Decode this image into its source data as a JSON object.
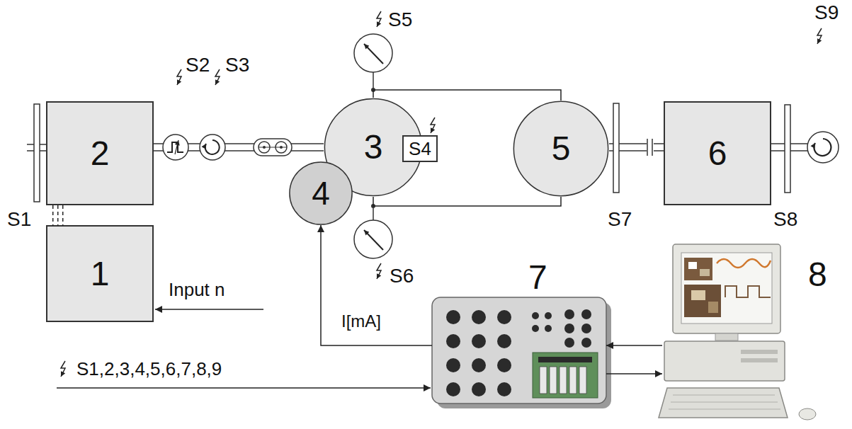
{
  "diagram": {
    "nodes": [
      {
        "text": [
          "2"
        ]
      },
      {
        "text": [
          "3"
        ]
      },
      {
        "text": [
          "S4"
        ]
      },
      {
        "text": [
          "5"
        ]
      },
      {
        "text": [
          "6"
        ]
      },
      {
        "text": [
          "4"
        ]
      },
      {
        "text": [
          "1"
        ]
      },
      {
        "text": [
          "7"
        ]
      },
      {
        "text": [
          "8"
        ]
      }
    ],
    "edges": [
      {
        "from": 7,
        "to": 5,
        "arrow": "to",
        "label": "I[mA]"
      },
      {
        "from": 8,
        "to": 7,
        "arrow": "to"
      },
      {
        "from": 7,
        "to": 8,
        "arrow": "to"
      },
      {
        "from": 1,
        "to": 3,
        "arrow": "none"
      },
      {
        "from": 1,
        "to": 3,
        "arrow": "none"
      },
      {
        "from": 0,
        "to": 6,
        "arrow": "none"
      }
    ],
    "labels": [
      "S5",
      "S2",
      "S3",
      "S9",
      "S1",
      "S7",
      "S8",
      "S6",
      "Input n",
      "S1,2,3,4,5,6,7,8,9"
    ]
  }
}
